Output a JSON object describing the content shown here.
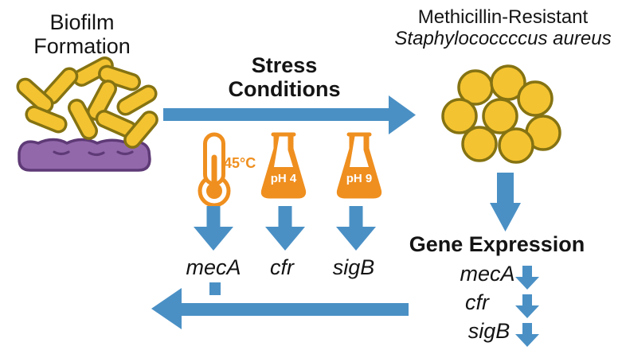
{
  "figure": {
    "biofilm": {
      "line1": "Biofilm",
      "line2": "Formation"
    },
    "stress": {
      "line1": "Stress",
      "line2": "Conditions"
    },
    "mrsa": {
      "line1": "Methicillin-Resistant",
      "line2": "Staphylococcccus aureus"
    },
    "stressors": [
      {
        "icon": "thermometer-icon",
        "label": "45°C"
      },
      {
        "icon": "flask-icon",
        "label": "pH 4"
      },
      {
        "icon": "flask-icon",
        "label": "pH 9"
      }
    ],
    "genes_left": [
      "mecA",
      "cfr",
      "sigB"
    ],
    "gene_expression": {
      "heading": "Gene Expression",
      "genes": [
        "mecA",
        "cfr",
        "sigB"
      ]
    },
    "colors": {
      "arrow_blue": "#4a90c5",
      "stress_orange": "#ef8f1f",
      "bacteria_yellow": "#f4c331",
      "bacteria_outline": "#857312",
      "biofilm_purple": "#9268ab",
      "biofilm_outline": "#5e3a76",
      "text": "#141414"
    }
  }
}
